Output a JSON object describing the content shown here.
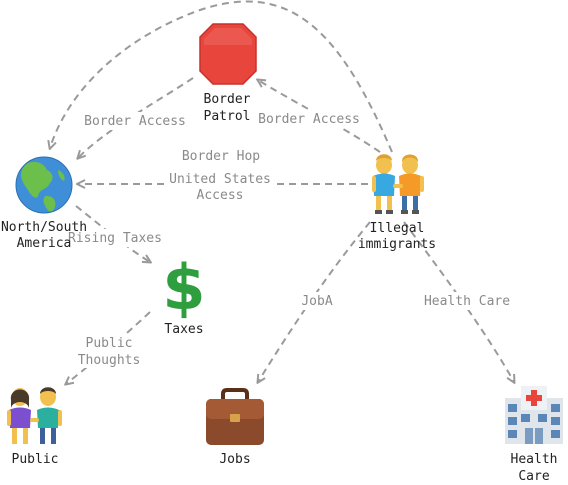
{
  "nodes": {
    "border_patrol": {
      "label_line1": "Border",
      "label_line2": "Patrol",
      "icon": "stop-sign-icon"
    },
    "north_south_america": {
      "label_line1": "North/South",
      "label_line2": "America",
      "icon": "globe-americas-icon"
    },
    "illegal_immigrants": {
      "label_line1": "Illegal",
      "label_line2": "immigrants",
      "icon": "couple-icon"
    },
    "taxes": {
      "label": "Taxes",
      "icon": "dollar-sign-icon"
    },
    "public": {
      "label": "Public",
      "icon": "couple-icon"
    },
    "jobs": {
      "label": "Jobs",
      "icon": "briefcase-icon"
    },
    "health_care": {
      "label_line1": "Health",
      "label_line2": "Care",
      "icon": "hospital-icon"
    }
  },
  "edges": {
    "patrol_to_america": "Border Access",
    "immigrants_to_patrol": "Border Access",
    "immigrants_to_america_line1": "Border Hop",
    "immigrants_to_america_line2": "United States",
    "immigrants_to_america_line3": "Access",
    "america_to_taxes": "Rising Taxes",
    "taxes_to_public_line1": "Public",
    "taxes_to_public_line2": "Thoughts",
    "immigrants_to_jobs": "JobA",
    "immigrants_to_health": "Health Care"
  },
  "colors": {
    "edge": "#9a9a9a",
    "edge_label": "#8a8a8a",
    "stop_sign": "#e8453c",
    "dollar": "#2e9e3e",
    "briefcase": "#8b4a2b"
  }
}
